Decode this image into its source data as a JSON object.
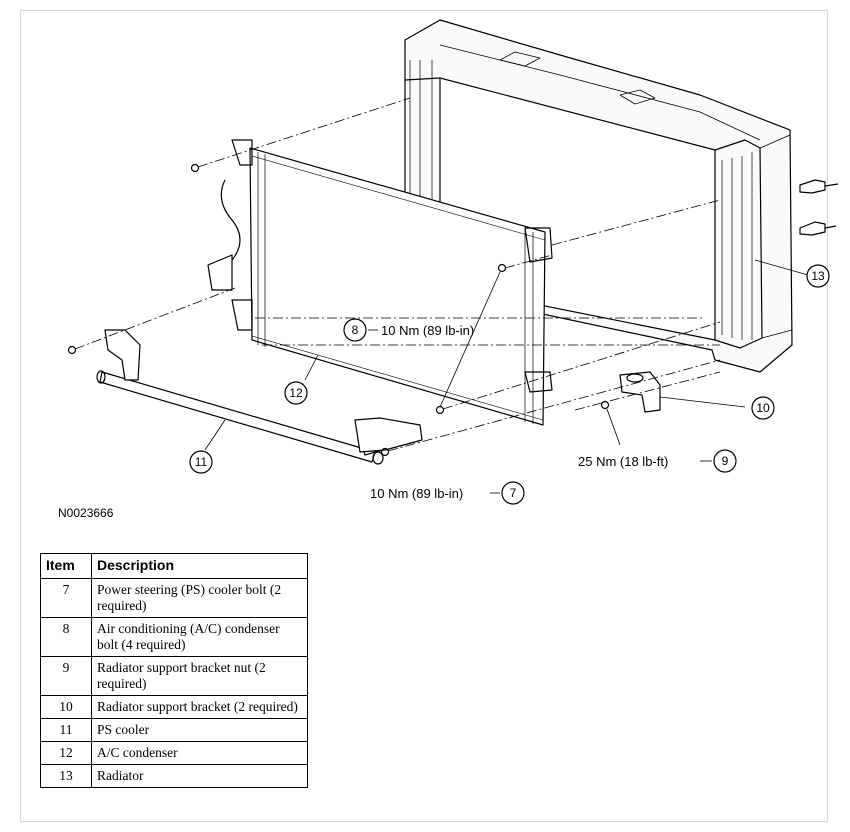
{
  "figure_id": "N0023666",
  "callouts": {
    "c7": {
      "number": "7",
      "text": "10 Nm (89 lb-in)"
    },
    "c8": {
      "number": "8",
      "text": "10 Nm (89 lb-in)"
    },
    "c9": {
      "number": "9",
      "text": "25 Nm (18 lb-ft)"
    },
    "c10": {
      "number": "10"
    },
    "c11": {
      "number": "11"
    },
    "c12": {
      "number": "12"
    },
    "c13": {
      "number": "13"
    }
  },
  "table": {
    "headers": {
      "item": "Item",
      "description": "Description"
    },
    "rows": [
      {
        "item": "7",
        "description": "Power steering (PS) cooler bolt (2 required)"
      },
      {
        "item": "8",
        "description": "Air conditioning (A/C) condenser bolt (4 required)"
      },
      {
        "item": "9",
        "description": "Radiator support bracket nut (2 required)"
      },
      {
        "item": "10",
        "description": "Radiator support bracket (2 required)"
      },
      {
        "item": "11",
        "description": "PS cooler"
      },
      {
        "item": "12",
        "description": "A/C condenser"
      },
      {
        "item": "13",
        "description": "Radiator"
      }
    ]
  }
}
